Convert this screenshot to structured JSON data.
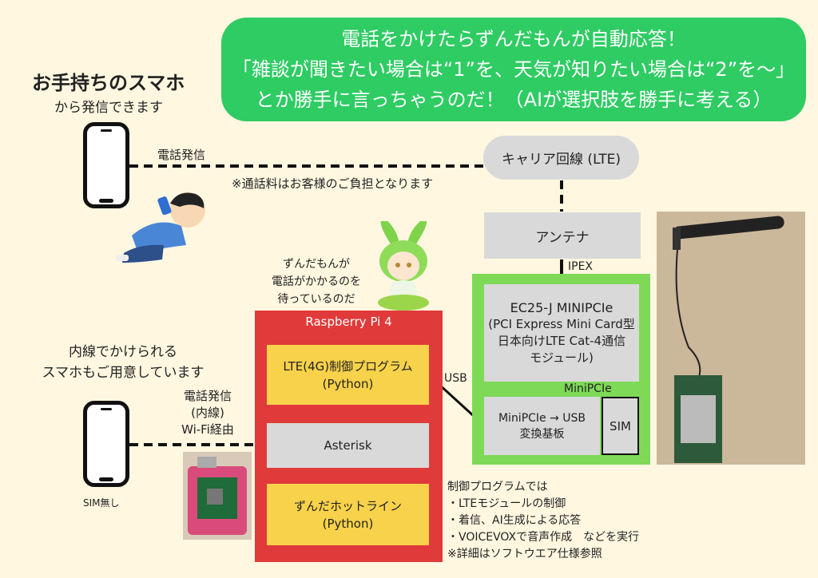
{
  "banner": {
    "line1": "電話をかけたらずんだもんが自動応答！",
    "line2": "「雑談が聞きたい場合は“1”を、天気が知りたい場合は“2”を〜」",
    "line3": "とか勝手に言っちゃうのだ！（AIが選択肢を勝手に考える）"
  },
  "left_top": {
    "title": "お手持ちのスマホ",
    "subtitle": "から発信できます"
  },
  "call_label": "電話発信",
  "fee_note": "※通話料はお客様のご負担となります",
  "carrier": "キャリア回線 (LTE)",
  "antenna": "アンテナ",
  "ipex": "IPEX",
  "ec25": {
    "line1": "EC25-J MINIPCIe",
    "line2": "(PCI Express Mini Card型",
    "line3": "日本向けLTE Cat-4通信",
    "line4": "モジュール)"
  },
  "minipcie_label": "MiniPCIe",
  "converter": {
    "line1": "MiniPCIe → USB",
    "line2": "変換基板"
  },
  "sim": "SIM",
  "usb": "USB",
  "zundamon_text": {
    "line1": "ずんだもんが",
    "line2": "電話がかかるのを",
    "line3": "待っているのだ"
  },
  "raspberry": "Raspberry Pi 4",
  "lte_program": {
    "line1": "LTE(4G)制御プログラム",
    "line2": "(Python)"
  },
  "asterisk": "Asterisk",
  "hotline": {
    "line1": "ずんだホットライン",
    "line2": "(Python)"
  },
  "extension": {
    "line1": "内線でかけられる",
    "line2": "スマホもご用意しています"
  },
  "ext_call": {
    "line1": "電話発信",
    "line2": "(内線)",
    "line3": "Wi-Fi経由"
  },
  "no_sim": "SIM無し",
  "notes": {
    "line1": "制御プログラムでは",
    "line2": "・LTEモジュールの制御",
    "line3": "・着信、AI生成による応答",
    "line4": "・VOICEVOXで音声作成　などを実行",
    "line5": "※詳細はソフトウエア仕様参照"
  },
  "colors": {
    "banner": "#2ecc63",
    "background": "#fff7e0",
    "raspberry": "#e03a3a",
    "module_frame": "#7ed957",
    "program_box": "#f7d24a",
    "gray_box": "#d9d9d9"
  }
}
